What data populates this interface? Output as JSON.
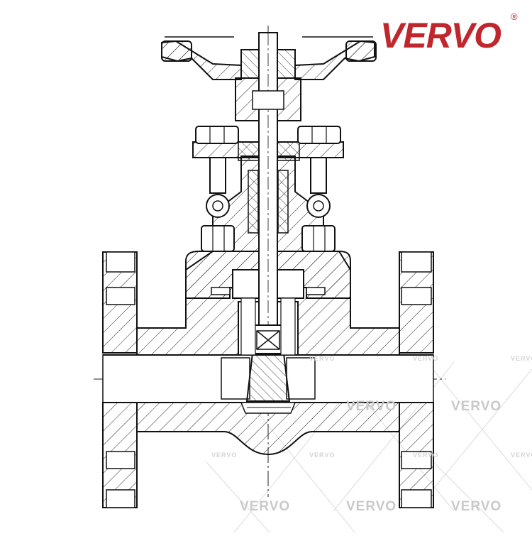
{
  "brand": {
    "logo_text": "VERVO",
    "registered_mark": "®",
    "color": "#c0272d"
  },
  "watermark": {
    "text": "VERVO",
    "color": "#c9c9c9"
  },
  "drawing": {
    "subject": "forged gate valve, flanged ends, cross-section",
    "line_color": "#1a1a1a",
    "hatch": "diagonal"
  }
}
